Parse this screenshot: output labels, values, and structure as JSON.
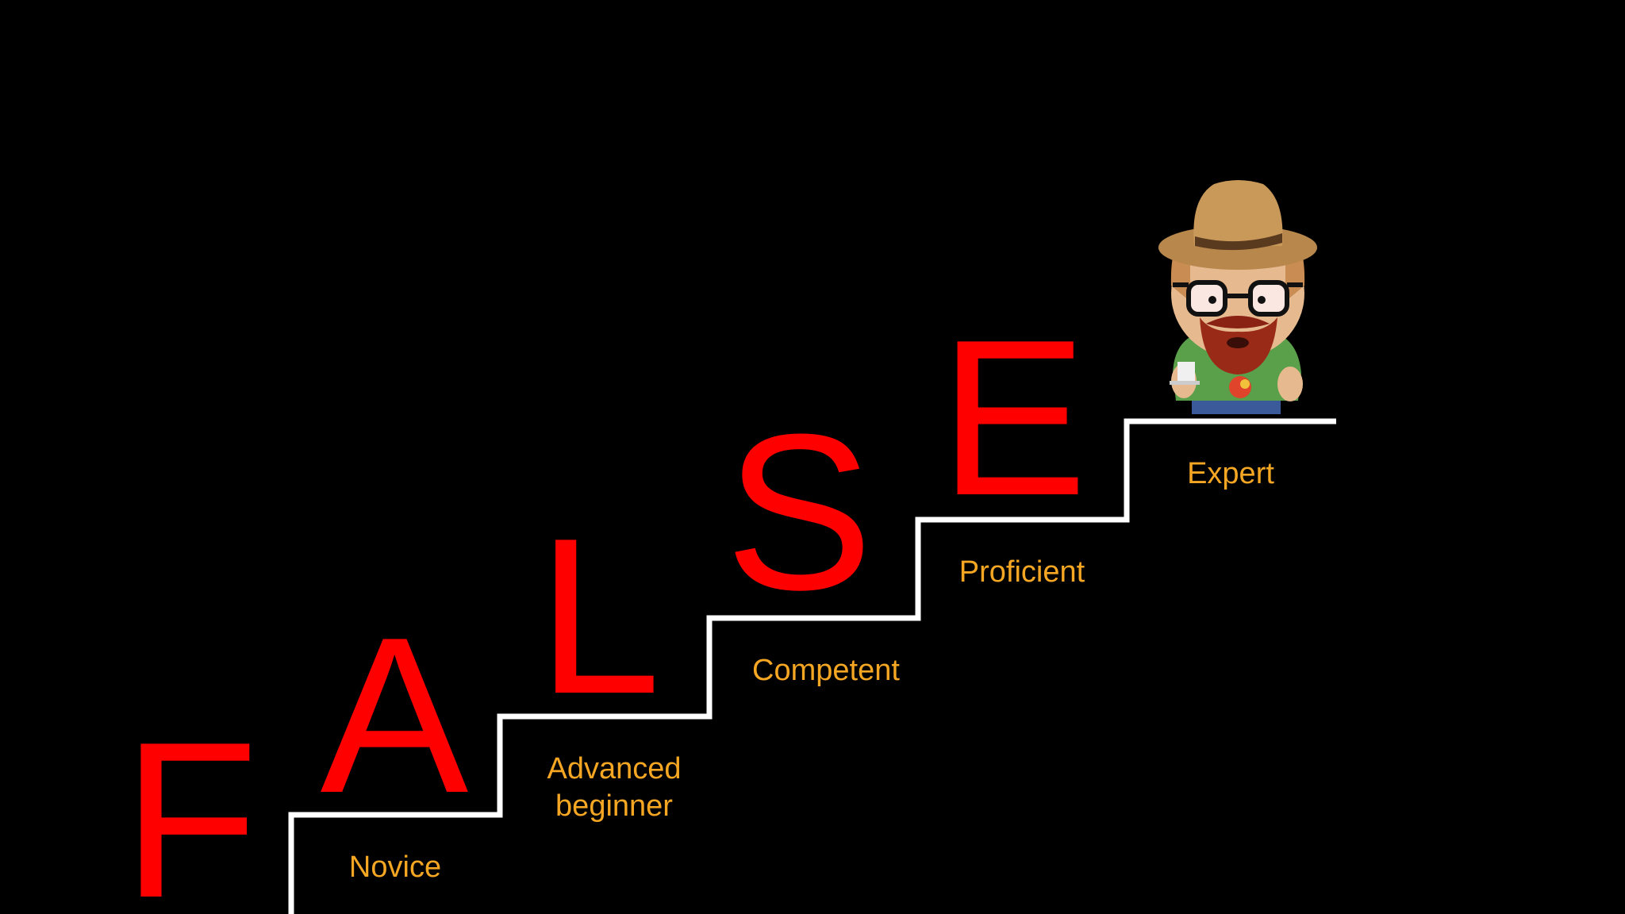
{
  "letters": [
    "F",
    "A",
    "L",
    "S",
    "E"
  ],
  "stages": {
    "novice": "Novice",
    "advanced_line1": "Advanced",
    "advanced_line2": "beginner",
    "competent": "Competent",
    "proficient": "Proficient",
    "expert": "Expert"
  },
  "colors": {
    "background": "#000000",
    "letters": "#ff0000",
    "labels": "#f5a623",
    "stairs": "#ffffff"
  },
  "icons": {
    "character": "bearded-man-with-hat-icon"
  }
}
